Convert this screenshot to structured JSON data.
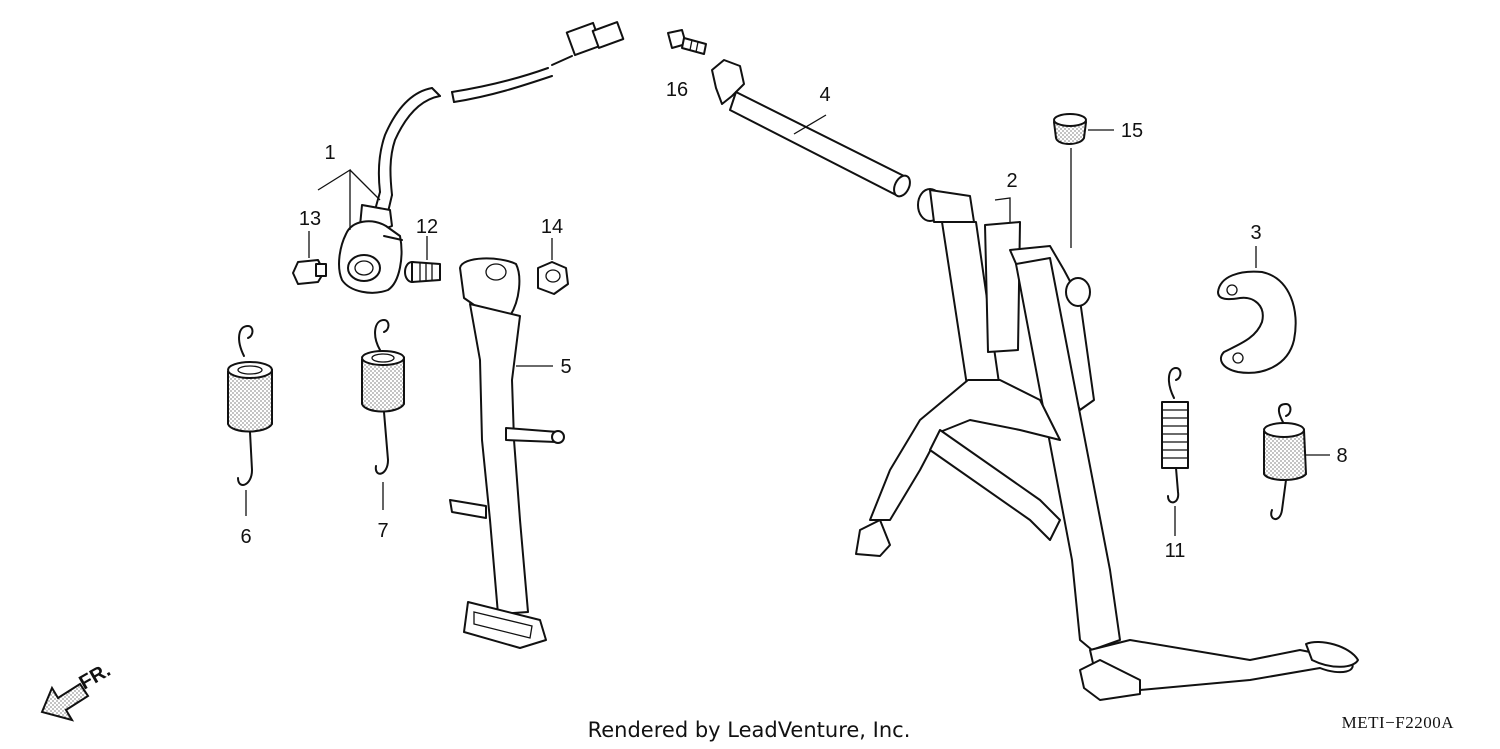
{
  "diagram": {
    "callouts": [
      {
        "id": "1",
        "label": "1"
      },
      {
        "id": "2",
        "label": "2"
      },
      {
        "id": "3",
        "label": "3"
      },
      {
        "id": "4",
        "label": "4"
      },
      {
        "id": "5",
        "label": "5"
      },
      {
        "id": "6",
        "label": "6"
      },
      {
        "id": "7",
        "label": "7"
      },
      {
        "id": "8",
        "label": "8"
      },
      {
        "id": "11",
        "label": "11"
      },
      {
        "id": "12",
        "label": "12"
      },
      {
        "id": "13",
        "label": "13"
      },
      {
        "id": "14",
        "label": "14"
      },
      {
        "id": "15",
        "label": "15"
      },
      {
        "id": "16",
        "label": "16"
      }
    ],
    "direction_marker": "FR.",
    "credit": "Rendered by LeadVenture, Inc.",
    "diagram_code": "METI−F2200A"
  }
}
